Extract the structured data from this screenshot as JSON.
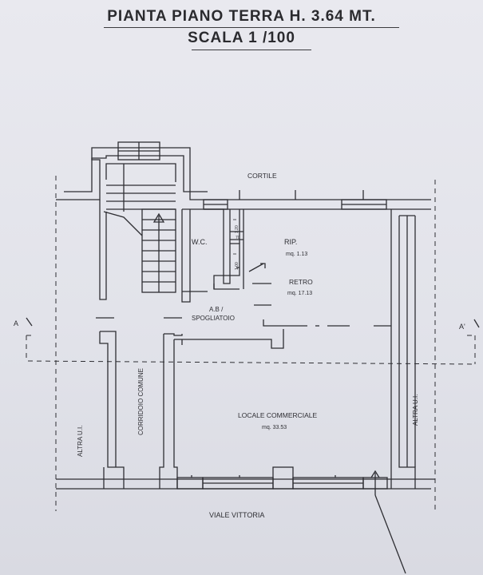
{
  "title": {
    "line1": "PIANTA  PIANO  TERRA  H. 3.64 MT.",
    "line2": "SCALA 1 /100"
  },
  "rooms": {
    "cortile": "CORTILE",
    "wc": "W.C.",
    "rip_name": "RIP.",
    "rip_area": "mq. 1.13",
    "retro_name": "RETRO",
    "retro_area": "mq. 17.13",
    "ab_line1": "A.B /",
    "ab_line2": "SPOGLIATOIO",
    "locale_name": "LOCALE COMMERCIALE",
    "locale_area": "mq. 33.53",
    "corridoio": "CORRIDOIO COMUNE",
    "altra_left": "ALTRA U.I.",
    "altra_right": "ALTRA U.I.",
    "street": "VIALE  VITTORIA"
  },
  "section": {
    "left": "A",
    "right": "A'"
  },
  "dimensions": [
    "1.20",
    "70",
    "1.00"
  ],
  "colors": {
    "ink": "#2e2e33",
    "paper": "#e4e5ec"
  }
}
